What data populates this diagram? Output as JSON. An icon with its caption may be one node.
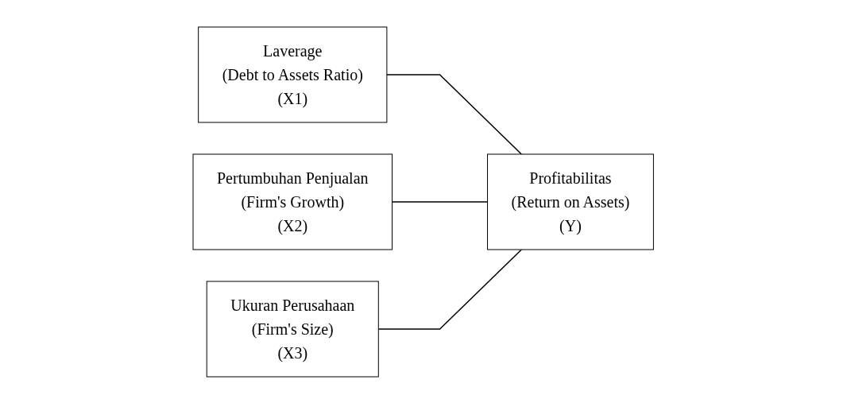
{
  "diagram": {
    "nodes": [
      {
        "text": [
          "Laverage",
          "(Debt to Assets Ratio)",
          "(X1)"
        ]
      },
      {
        "text": [
          "Pertumbuhan Penjualan",
          "(Firm's Growth)",
          "(X2)"
        ]
      },
      {
        "text": [
          "Ukuran Perusahaan",
          "(Firm's Size)",
          "(X3)"
        ]
      },
      {
        "text": [
          "Profitabilitas",
          "(Return on Assets)",
          "(Y)"
        ]
      }
    ],
    "edges": [
      {
        "from": 0,
        "to": 3,
        "arrow": "none"
      },
      {
        "from": 1,
        "to": 3,
        "arrow": "none"
      },
      {
        "from": 2,
        "to": 3,
        "arrow": "none"
      }
    ]
  }
}
